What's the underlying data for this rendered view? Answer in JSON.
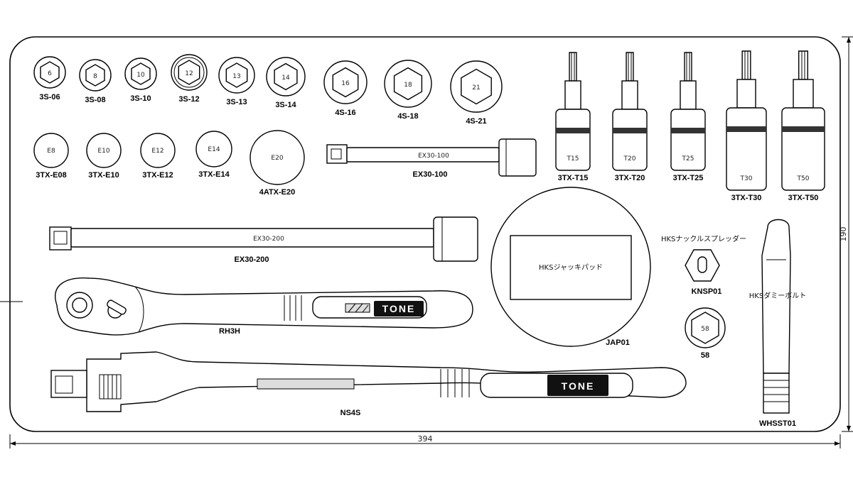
{
  "dimensions": {
    "width": "394",
    "height": "190"
  },
  "sockets_3s": [
    {
      "label": "3S-06",
      "size": "6"
    },
    {
      "label": "3S-08",
      "size": "8"
    },
    {
      "label": "3S-10",
      "size": "10"
    },
    {
      "label": "3S-12",
      "size": "12"
    },
    {
      "label": "3S-13",
      "size": "13"
    },
    {
      "label": "3S-14",
      "size": "14"
    },
    {
      "label": "4S-16",
      "size": "16"
    },
    {
      "label": "4S-18",
      "size": "18"
    },
    {
      "label": "4S-21",
      "size": "21"
    }
  ],
  "e_sockets": [
    {
      "label": "3TX-E08",
      "size": "E8"
    },
    {
      "label": "3TX-E10",
      "size": "E10"
    },
    {
      "label": "3TX-E12",
      "size": "E12"
    },
    {
      "label": "3TX-E14",
      "size": "E14"
    },
    {
      "label": "4ATX-E20",
      "size": "E20"
    }
  ],
  "torx_bits": [
    {
      "label": "3TX-T15",
      "size": "T15"
    },
    {
      "label": "3TX-T20",
      "size": "T20"
    },
    {
      "label": "3TX-T25",
      "size": "T25"
    },
    {
      "label": "3TX-T30",
      "size": "T30"
    },
    {
      "label": "3TX-T50",
      "size": "T50"
    }
  ],
  "ex100": {
    "label": "EX30-100",
    "inner": "EX30-100"
  },
  "ex200": {
    "label": "EX30-200",
    "inner": "EX30-200"
  },
  "ratchet": {
    "label": "RH3H",
    "brand": "TONE"
  },
  "breaker": {
    "label": "NS4S",
    "brand": "TONE"
  },
  "jack_pad": {
    "label": "JAP01",
    "inner": "HKSジャッキパッド"
  },
  "knuckle": {
    "label": "KNSP01",
    "note": "HKSナックルスプレッダー"
  },
  "socket58": {
    "label": "58",
    "size": "58"
  },
  "dummy_bolt": {
    "label": "WHSST01",
    "note": "HKSダミーボルト"
  }
}
